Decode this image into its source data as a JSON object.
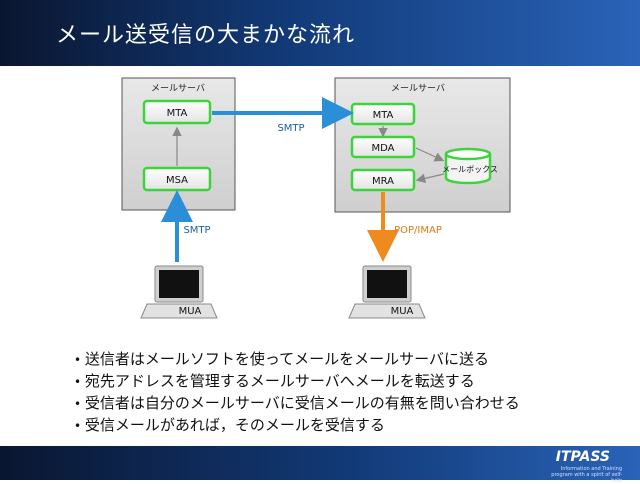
{
  "title": "メール送受信の大まかな流れ",
  "servers": {
    "left": {
      "label": "メールサーバ",
      "mta": "MTA",
      "msa": "MSA"
    },
    "right": {
      "label": "メールサーバ",
      "mta": "MTA",
      "mda": "MDA",
      "mra": "MRA",
      "mailbox": "メールボックス"
    }
  },
  "protocols": {
    "smtp_relay": "SMTP",
    "smtp_submit": "SMTP",
    "retrieve": "POP/IMAP"
  },
  "clients": {
    "sender": "MUA",
    "receiver": "MUA"
  },
  "colors": {
    "blue_arrow": "#2b8fd8",
    "orange_arrow": "#ef8a1e",
    "green_box": "#3bd43b"
  },
  "bullets": [
    "送信者はメールソフトを使ってメールをメールサーバに送る",
    "宛先アドレスを管理するメールサーバへメールを転送する",
    "受信者は自分のメールサーバに受信メールの有無を問い合わせる",
    "受信メールがあれば，そのメールを受信する"
  ],
  "footer": {
    "brand": "ITPASS",
    "tagline": "Information and Training program with a spirit of self-help"
  }
}
